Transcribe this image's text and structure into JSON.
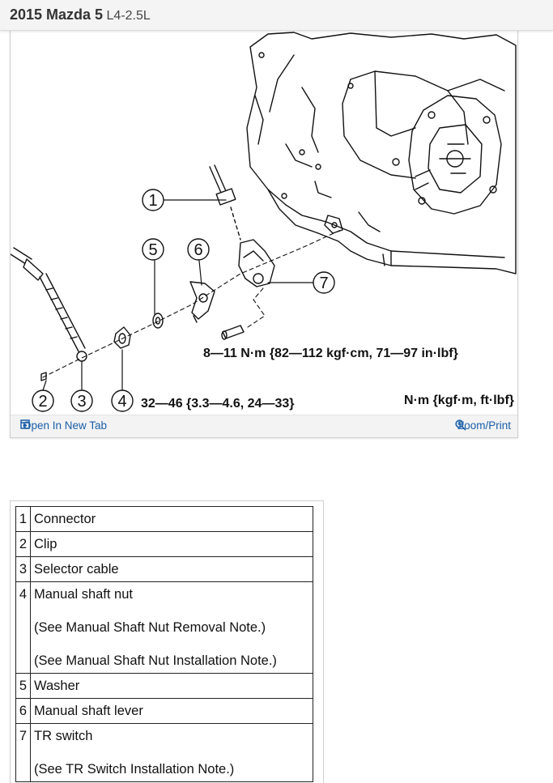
{
  "header": {
    "title": "2015 Mazda 5",
    "engine": "L4-2.5L"
  },
  "figure": {
    "callouts": [
      "1",
      "2",
      "3",
      "4",
      "5",
      "6",
      "7"
    ],
    "torque_bolt": "8—11 N·m {82—112 kgf·cm, 71—97 in·lbf}",
    "torque_nut": "32—46 {3.3—4.6, 24—33}",
    "units": "N·m {kgf·m, ft·lbf}"
  },
  "toolbar": {
    "open_label": "Open In New Tab",
    "zoom_label": "Zoom/Print"
  },
  "legend": [
    {
      "num": "1",
      "label": "Connector",
      "notes": []
    },
    {
      "num": "2",
      "label": "Clip",
      "notes": []
    },
    {
      "num": "3",
      "label": "Selector cable",
      "notes": []
    },
    {
      "num": "4",
      "label": "Manual shaft nut",
      "notes": [
        "(See Manual Shaft Nut Removal Note.)",
        "(See Manual Shaft Nut Installation Note.)"
      ]
    },
    {
      "num": "5",
      "label": "Washer",
      "notes": []
    },
    {
      "num": "6",
      "label": "Manual shaft lever",
      "notes": []
    },
    {
      "num": "7",
      "label": "TR switch",
      "notes": [
        "(See TR Switch Installation Note.)"
      ]
    }
  ],
  "colors": {
    "link": "#1a5ea8",
    "header_bg": "#f4f4f4",
    "line": "#111111"
  },
  "icons": {
    "open": "open-new-tab-icon",
    "zoom": "zoom-icon"
  }
}
